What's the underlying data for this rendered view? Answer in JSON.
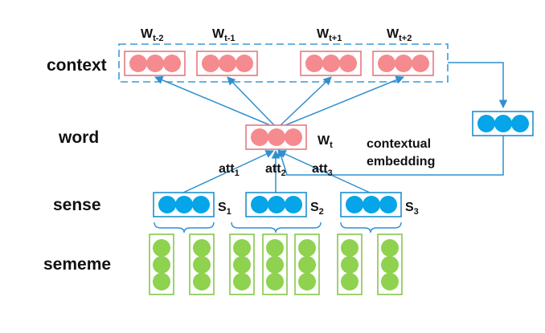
{
  "rows": {
    "context": "context",
    "word": "word",
    "sense": "sense",
    "sememe": "sememe"
  },
  "context_words": [
    {
      "base": "W",
      "sub": "t-2"
    },
    {
      "base": "W",
      "sub": "t-1"
    },
    {
      "base": "W",
      "sub": "t+1"
    },
    {
      "base": "W",
      "sub": "t+2"
    }
  ],
  "target_word": {
    "base": "W",
    "sub": "t"
  },
  "attentions": [
    {
      "base": "att",
      "sub": "1"
    },
    {
      "base": "att",
      "sub": "2"
    },
    {
      "base": "att",
      "sub": "3"
    }
  ],
  "senses": [
    {
      "base": "S",
      "sub": "1"
    },
    {
      "base": "S",
      "sub": "2"
    },
    {
      "base": "S",
      "sub": "3"
    }
  ],
  "contextual_embedding": {
    "line1": "contextual",
    "line2": "embedding"
  },
  "colors": {
    "pink_fill": "#f58a8f",
    "pink_border": "#e57a82",
    "blue_fill": "#06a4e8",
    "blue_border": "#1f8fcf",
    "green_fill": "#8ed24f",
    "green_border": "#86c64c",
    "arrow": "#2f8fcf",
    "dashed": "#3b9ad6"
  },
  "icons": {
    "node": "circle-node-icon",
    "arrow": "arrow-head-icon"
  }
}
